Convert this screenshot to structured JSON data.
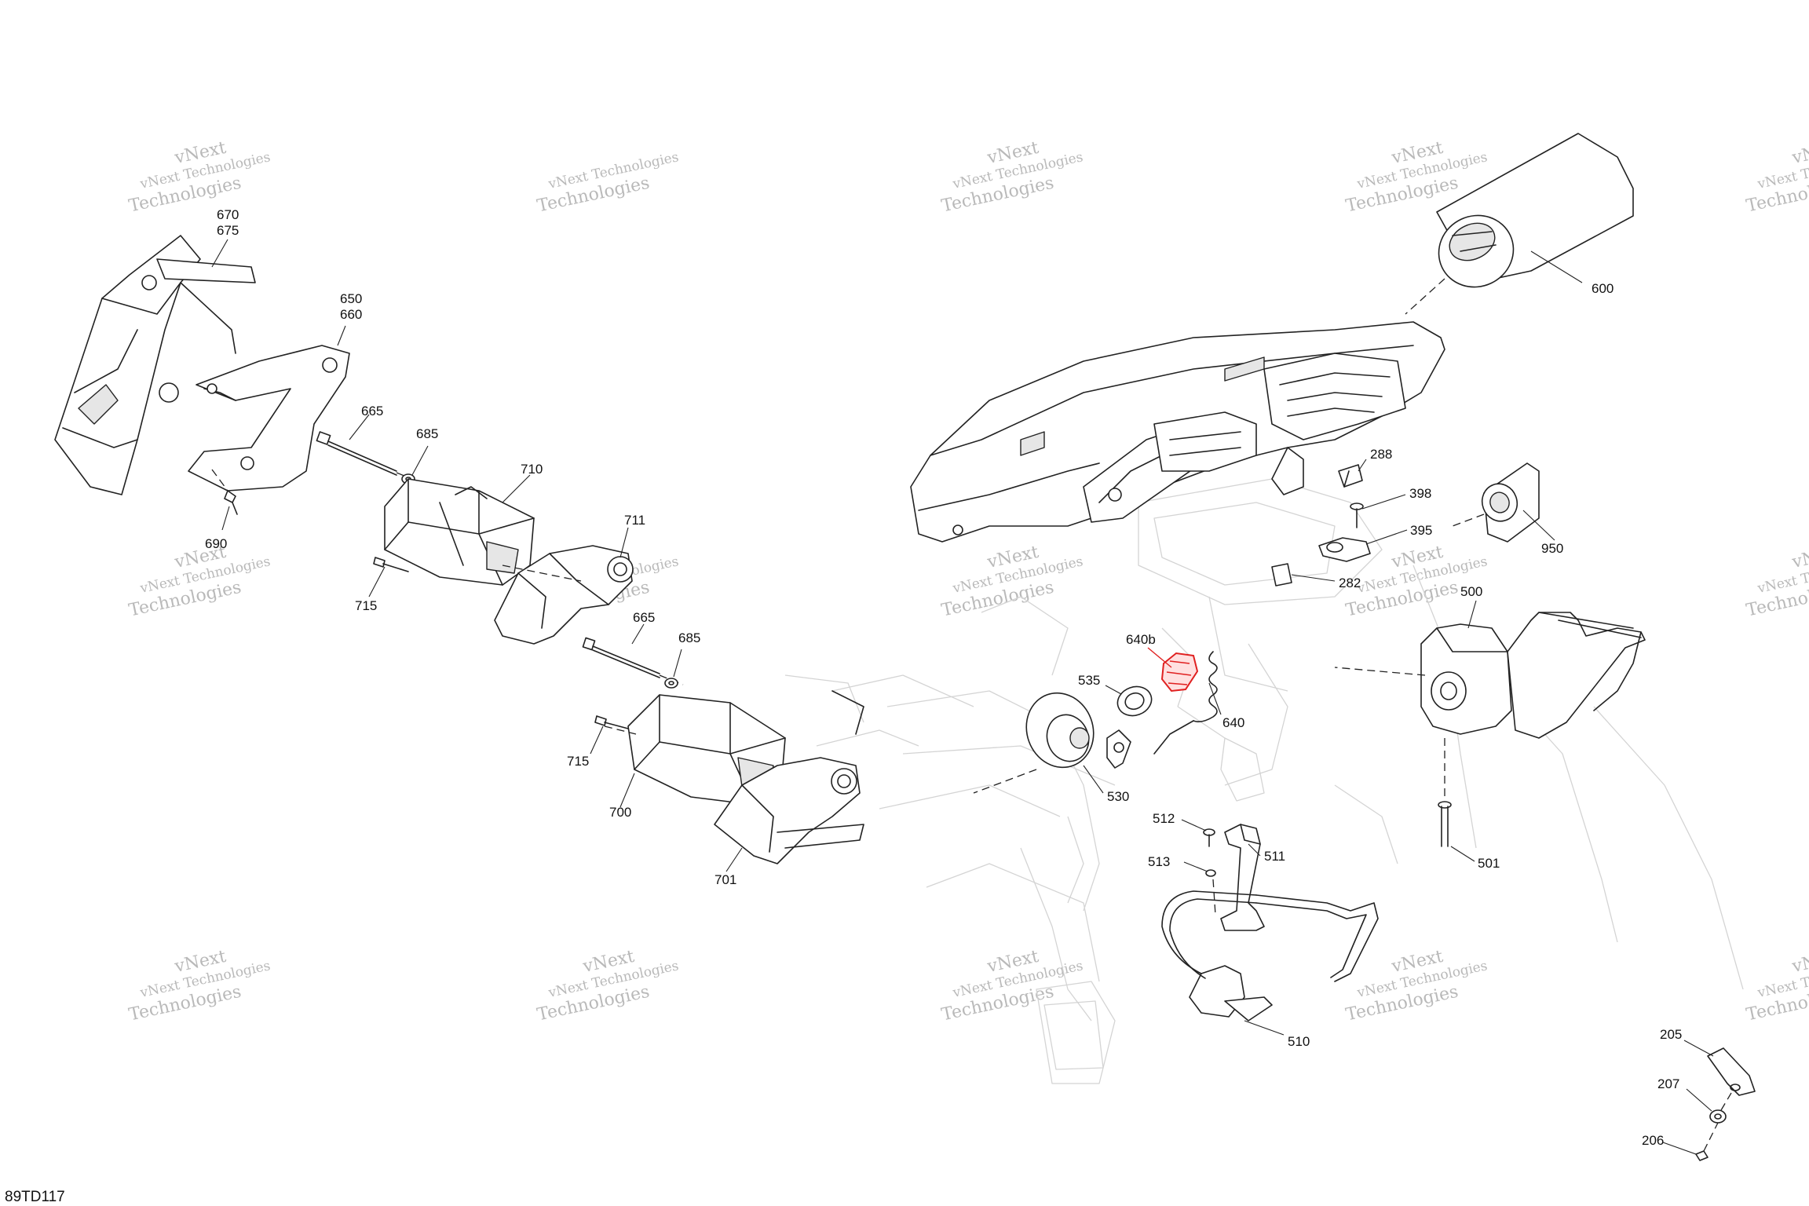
{
  "diagram": {
    "reference_code": "89TD117",
    "highlight_color": "#e02020",
    "watermark": {
      "line1": "vNext Technologies",
      "line2": "Technologies",
      "prefix": "vNext"
    },
    "parts": [
      {
        "id": "p670",
        "label": "670"
      },
      {
        "id": "p675",
        "label": "675"
      },
      {
        "id": "p650",
        "label": "650"
      },
      {
        "id": "p660",
        "label": "660"
      },
      {
        "id": "p665a",
        "label": "665"
      },
      {
        "id": "p685a",
        "label": "685"
      },
      {
        "id": "p710",
        "label": "710"
      },
      {
        "id": "p690",
        "label": "690"
      },
      {
        "id": "p711",
        "label": "711"
      },
      {
        "id": "p715a",
        "label": "715"
      },
      {
        "id": "p665b",
        "label": "665"
      },
      {
        "id": "p685b",
        "label": "685"
      },
      {
        "id": "p715b",
        "label": "715"
      },
      {
        "id": "p700",
        "label": "700"
      },
      {
        "id": "p701",
        "label": "701"
      },
      {
        "id": "p600",
        "label": "600"
      },
      {
        "id": "p288",
        "label": "288"
      },
      {
        "id": "p398",
        "label": "398"
      },
      {
        "id": "p395",
        "label": "395"
      },
      {
        "id": "p950",
        "label": "950"
      },
      {
        "id": "p282",
        "label": "282"
      },
      {
        "id": "p500",
        "label": "500"
      },
      {
        "id": "p640b",
        "label": "640b"
      },
      {
        "id": "p535",
        "label": "535"
      },
      {
        "id": "p640",
        "label": "640"
      },
      {
        "id": "p530",
        "label": "530"
      },
      {
        "id": "p512",
        "label": "512"
      },
      {
        "id": "p511",
        "label": "511"
      },
      {
        "id": "p513",
        "label": "513"
      },
      {
        "id": "p501",
        "label": "501"
      },
      {
        "id": "p510",
        "label": "510"
      },
      {
        "id": "p205",
        "label": "205"
      },
      {
        "id": "p207",
        "label": "207"
      },
      {
        "id": "p206",
        "label": "206"
      }
    ]
  }
}
